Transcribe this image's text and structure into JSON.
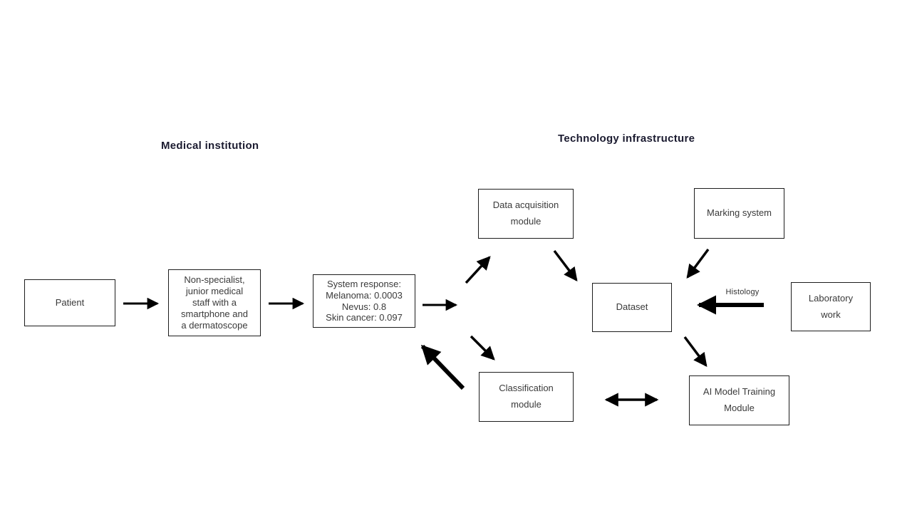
{
  "headers": {
    "medical_institution": "Medical institution",
    "technology_infrastructure": "Technology infrastructure"
  },
  "nodes": {
    "patient": {
      "label": "Patient"
    },
    "staff": {
      "label": "Non-specialist,\njunior medical\nstaff with a\nsmartphone and\na dermatoscope"
    },
    "system_response": {
      "label": "System response:\nMelanoma: 0.0003\nNevus: 0.8\nSkin cancer: 0.097"
    },
    "data_acquisition": {
      "label": "Data acquisition\nmodule"
    },
    "marking_system": {
      "label": "Marking system"
    },
    "dataset": {
      "label": "Dataset"
    },
    "laboratory_work": {
      "label": "Laboratory\nwork"
    },
    "classification": {
      "label": "Classification\nmodule"
    },
    "ai_training": {
      "label": "AI Model Training\nModule"
    }
  },
  "edges": [
    {
      "from": "patient",
      "to": "staff",
      "style": "thin",
      "direction": "one-way",
      "label": ""
    },
    {
      "from": "staff",
      "to": "system_response",
      "style": "thin",
      "direction": "one-way",
      "label": ""
    },
    {
      "from": "system_response",
      "to": "technology_modules",
      "style": "thin",
      "direction": "one-way",
      "label": ""
    },
    {
      "from": "system_response",
      "to": "data_acquisition",
      "style": "thin",
      "direction": "one-way",
      "label": ""
    },
    {
      "from": "data_acquisition",
      "to": "dataset",
      "style": "thin",
      "direction": "one-way",
      "label": ""
    },
    {
      "from": "marking_system",
      "to": "dataset",
      "style": "thin",
      "direction": "one-way",
      "label": ""
    },
    {
      "from": "laboratory_work",
      "to": "dataset",
      "style": "thick",
      "direction": "one-way",
      "label": "Histology"
    },
    {
      "from": "dataset",
      "to": "ai_training",
      "style": "thin",
      "direction": "one-way",
      "label": ""
    },
    {
      "from": "system_response",
      "to": "classification",
      "style": "thin",
      "direction": "one-way",
      "label": ""
    },
    {
      "from": "classification",
      "to": "system_response",
      "style": "thick",
      "direction": "one-way",
      "label": ""
    },
    {
      "from": "classification",
      "to": "ai_training",
      "style": "thin",
      "direction": "two-way",
      "label": ""
    }
  ],
  "colors": {
    "background": "#ffffff",
    "arrow": "#000000",
    "box_border": "#1d1d1d",
    "box_text": "#3a3a3a",
    "header_text": "#1b1b30"
  }
}
